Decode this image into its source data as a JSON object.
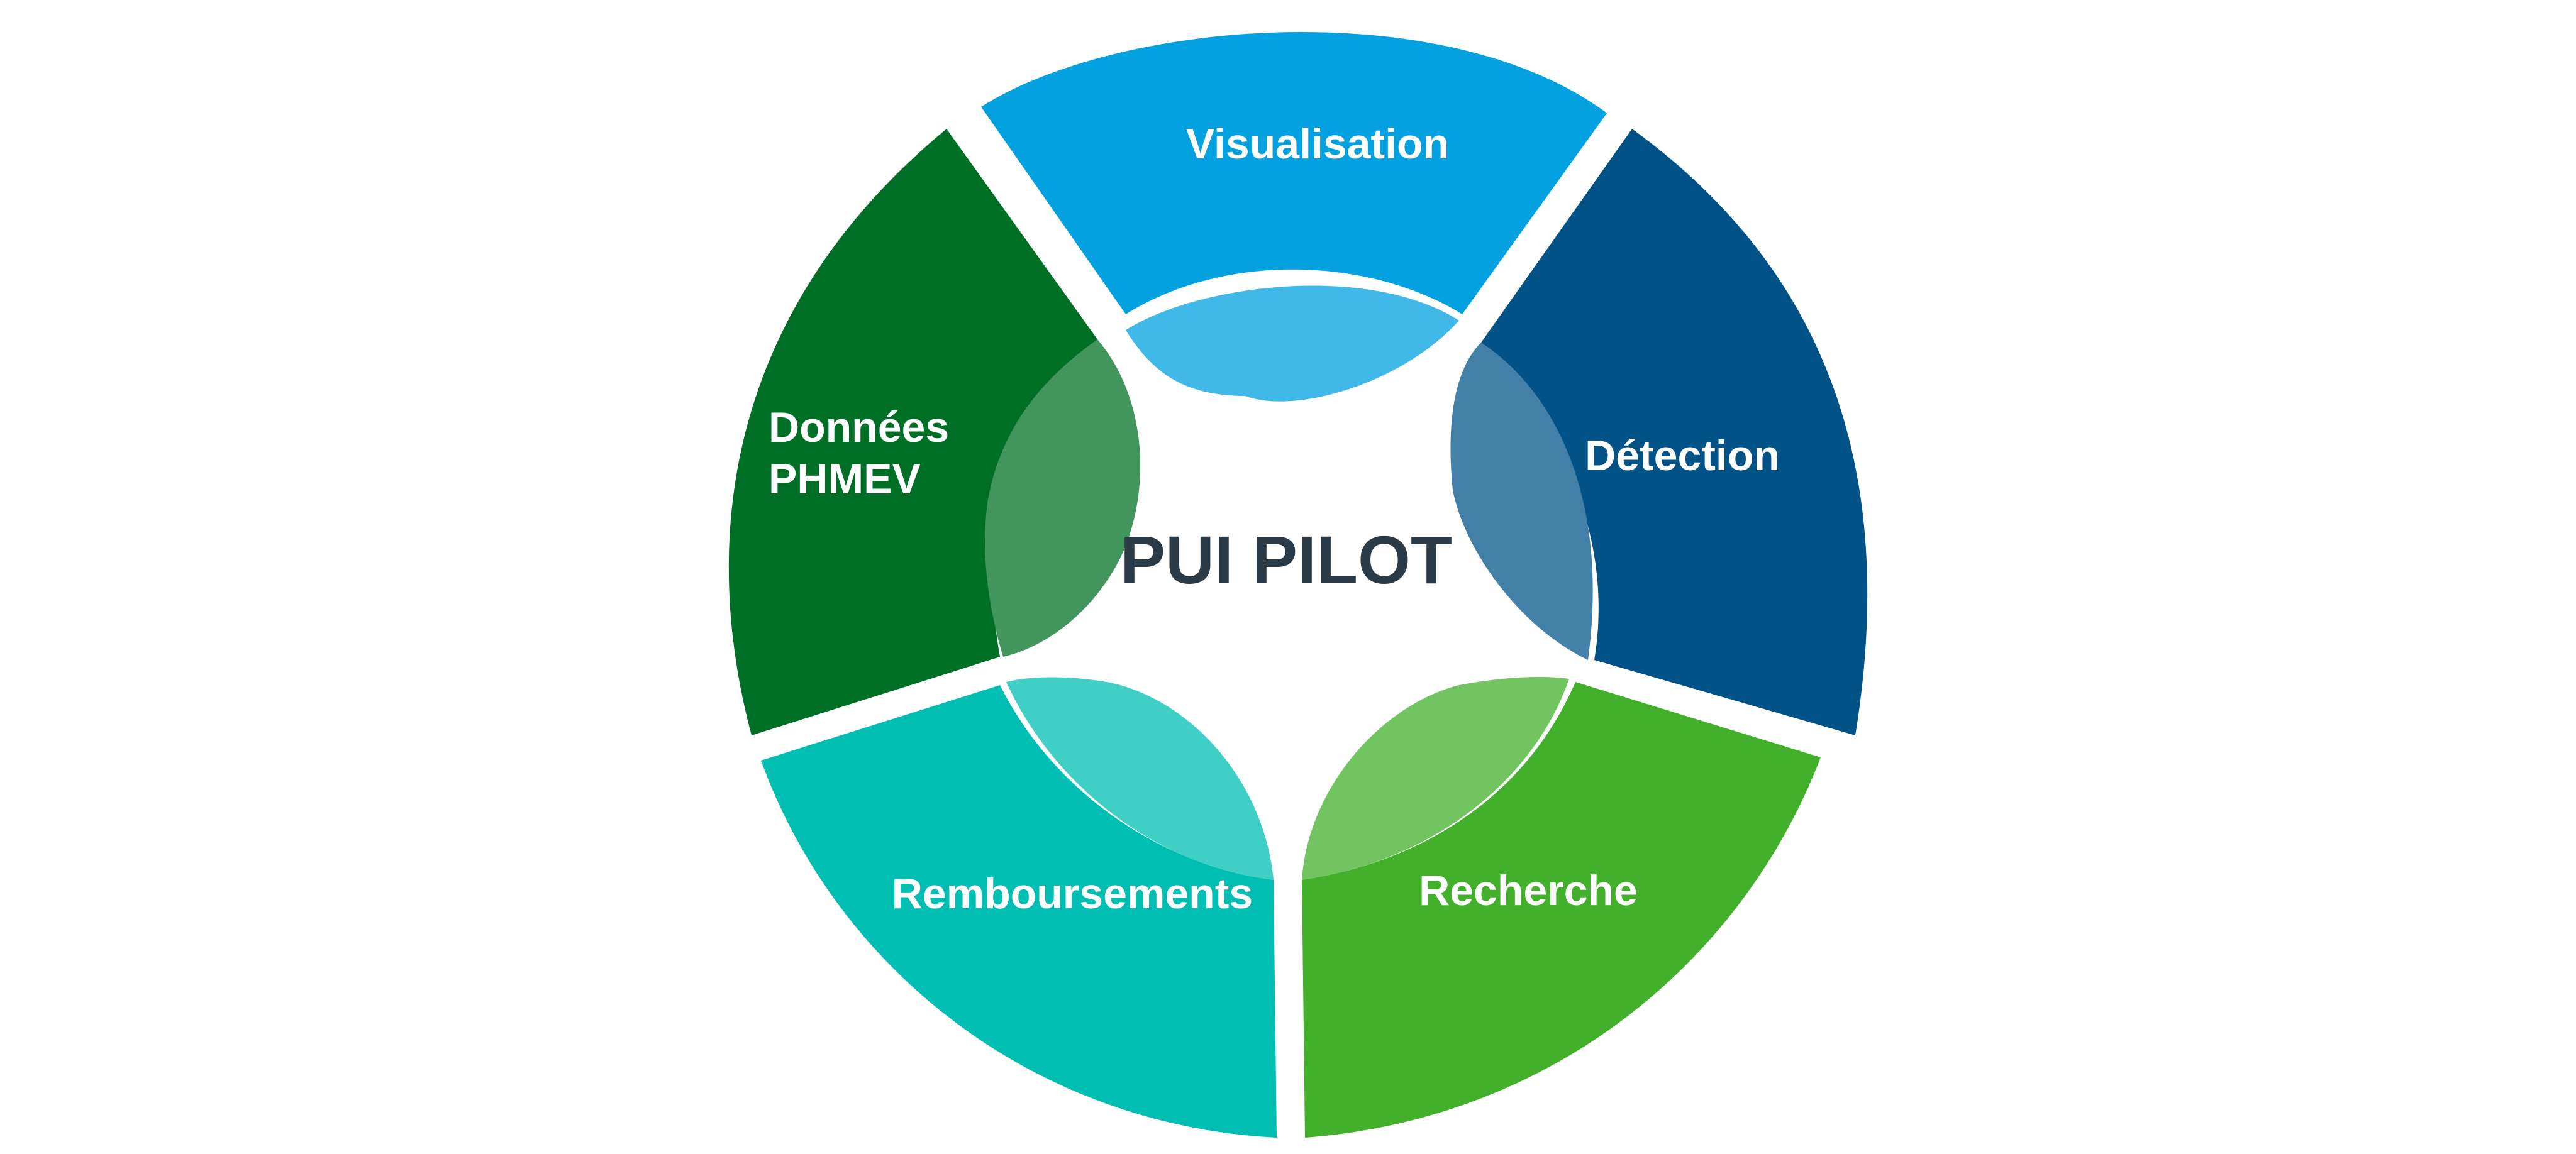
{
  "center_title": "PUI PILOT",
  "segments": [
    {
      "id": "visualisation",
      "lines": [
        "Visualisation"
      ],
      "color": "#03a1e0",
      "overlay_color": "#41b9e8"
    },
    {
      "id": "detection",
      "lines": [
        "Détection"
      ],
      "color": "#015287",
      "overlay_color": "#4280a7"
    },
    {
      "id": "recherche",
      "lines": [
        "Recherche"
      ],
      "color": "#43b02c",
      "overlay_color": "#72c461"
    },
    {
      "id": "remboursements",
      "lines": [
        "Remboursements"
      ],
      "color": "#00bfb2",
      "overlay_color": "#40cfc5"
    },
    {
      "id": "donnees-phmev",
      "lines": [
        "Données",
        "PHMEV"
      ],
      "color": "#006f26",
      "overlay_color": "#42955c"
    }
  ]
}
